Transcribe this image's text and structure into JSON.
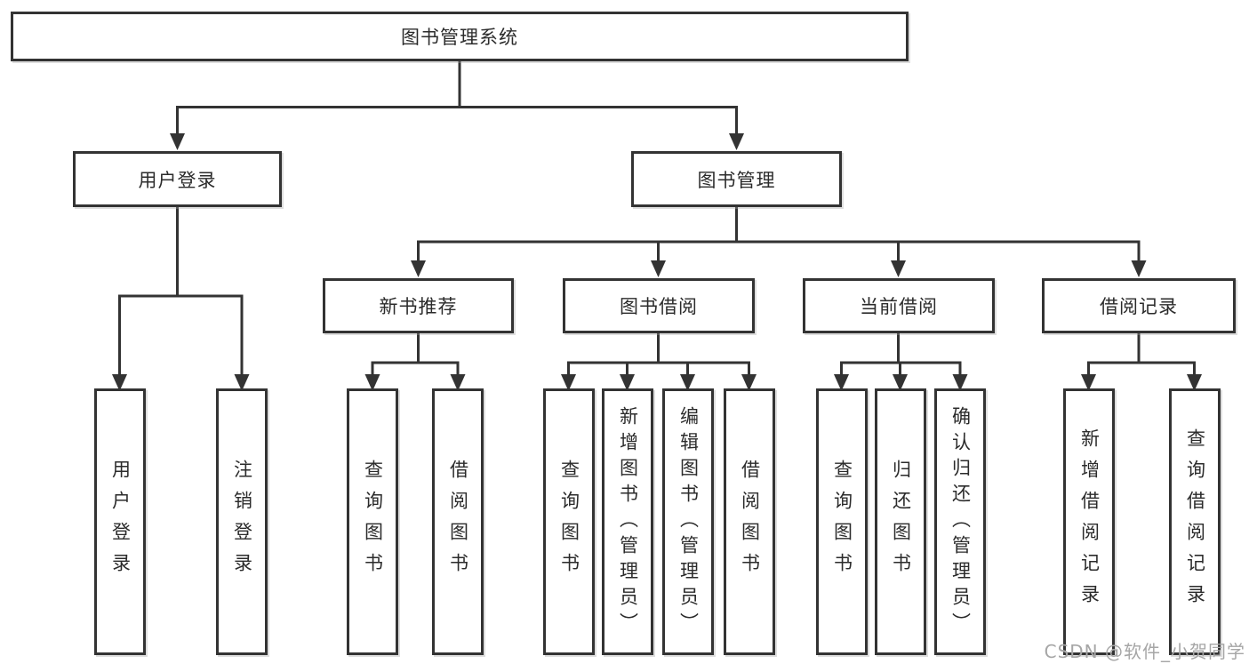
{
  "tree": {
    "root": "图书管理系统",
    "user": {
      "label": "用户登录",
      "children": [
        "用户登录",
        "注销登录"
      ]
    },
    "books": {
      "label": "图书管理",
      "sections": [
        {
          "label": "新书推荐",
          "children": [
            "查询图书",
            "借阅图书"
          ]
        },
        {
          "label": "图书借阅",
          "children": [
            "查询图书",
            "新增图书（管理员）",
            "编辑图书（管理员）",
            "借阅图书"
          ]
        },
        {
          "label": "当前借阅",
          "children": [
            "查询图书",
            "归还图书",
            "确认归还（管理员）"
          ]
        },
        {
          "label": "借阅记录",
          "children": [
            "新增借阅记录",
            "查询借阅记录"
          ]
        }
      ]
    }
  },
  "watermark": {
    "text": "CSDN @软件_小贺同学"
  },
  "colors": {
    "line": "#333333",
    "text": "#2b2b2b",
    "watermark_text": "#a6a6a6",
    "background": "#ffffff"
  }
}
